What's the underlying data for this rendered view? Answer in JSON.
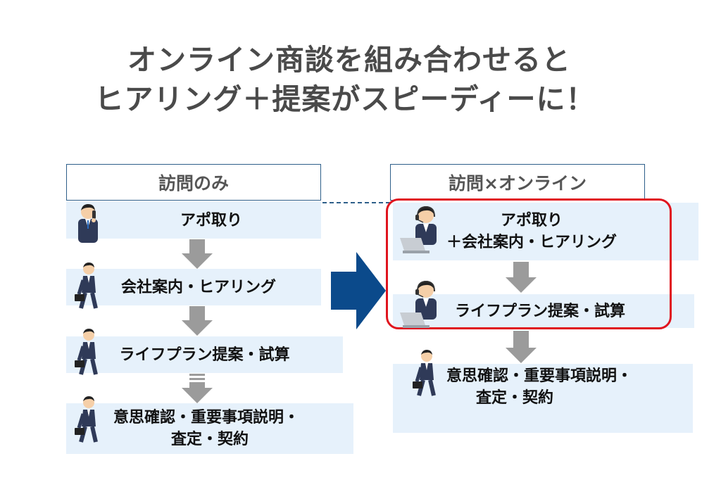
{
  "title": {
    "line1": "オンライン商談を組み合わせると",
    "line2": "ヒアリング＋提案がスピーディーに！"
  },
  "left": {
    "header": "訪問のみ",
    "steps": [
      {
        "line1": "アポ取り"
      },
      {
        "line1": "会社案内・ヒアリング"
      },
      {
        "line1": "ライフプラン提案・試算"
      },
      {
        "line1": "意思確認・重要事項説明・",
        "line2": "査定・契約"
      }
    ]
  },
  "right": {
    "header": "訪問×オンライン",
    "steps": [
      {
        "line1": "アポ取り",
        "line2": "＋会社案内・ヒアリング"
      },
      {
        "line1": "ライフプラン提案・試算"
      },
      {
        "line1": "意思確認・重要事項説明・",
        "line2": "査定・契約"
      }
    ]
  },
  "colors": {
    "box_fill": "#e6f1fb",
    "arrow_gray": "#9b9b9b",
    "big_arrow": "#0b4a8b",
    "highlight": "#e0141e",
    "header_border": "#2e5f8a",
    "title_text": "#4a4a4a"
  },
  "icons": [
    "phone-person-icon",
    "walking-businessman-icon",
    "headset-laptop-person-icon"
  ]
}
